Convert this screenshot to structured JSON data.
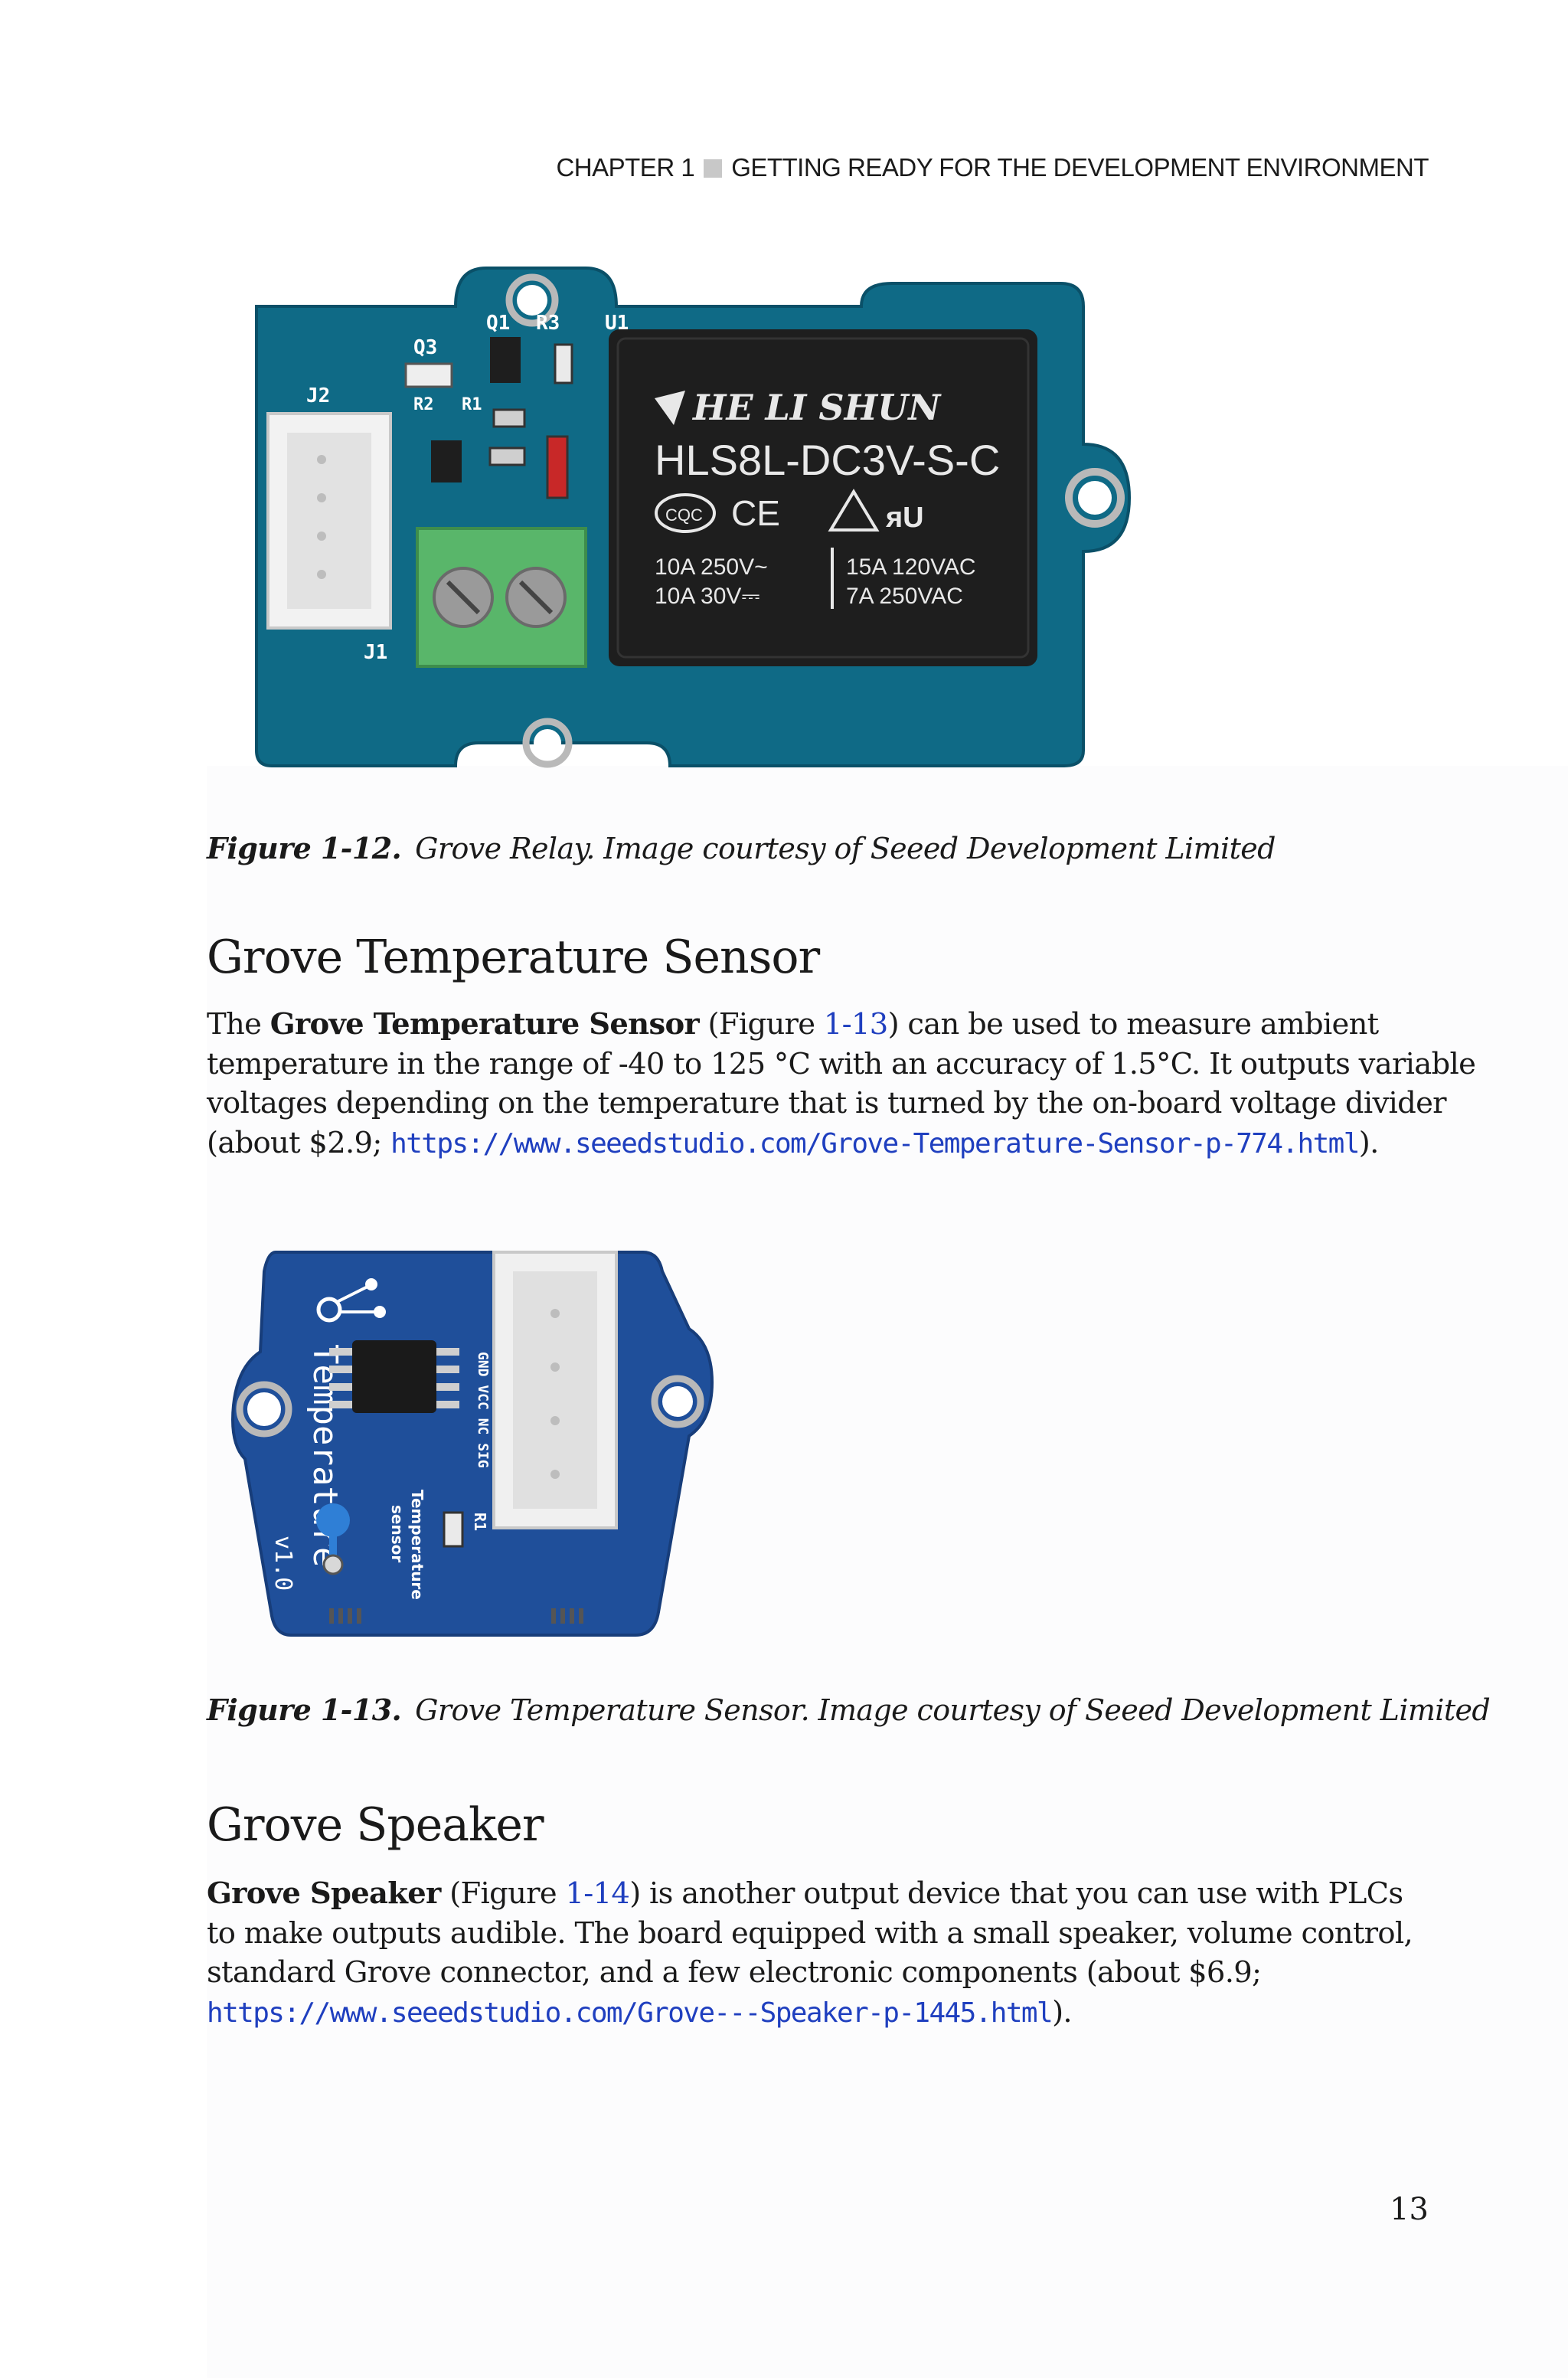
{
  "header": {
    "chapter": "CHAPTER 1",
    "title": "GETTING READY FOR THE DEVELOPMENT ENVIRONMENT"
  },
  "figure_12": {
    "relay_brand": "HE LI SHUN",
    "relay_model": "HLS8L-DC3V-S-C",
    "relay_rating_left_1": "10A 250V~",
    "relay_rating_left_2": "10A  30V⎓",
    "relay_rating_right_1": "15A 120VAC",
    "relay_rating_right_2": "7A 250VAC",
    "relay_cert_ce": "CE",
    "relay_cert_cqc": "CQC",
    "pcb_labels": {
      "q3": "Q3",
      "q1": "Q1",
      "r3": "R3",
      "u1": "U1",
      "j2": "J2",
      "r2": "R2",
      "r1": "R1",
      "j1": "J1"
    },
    "caption_label": "Figure 1-12.",
    "caption_text": "Grove Relay. Image courtesy of Seeed Development Limited"
  },
  "section_temp": {
    "heading": "Grove Temperature Sensor",
    "p_the": "The ",
    "p_bold": "Grove Temperature Sensor",
    "p_fig_pre": " (Figure ",
    "p_fig_ref": "1-13",
    "p_l1_rest": ") can be used to measure ambient",
    "p_l2": "temperature in the range of -40 to 125 °C with an accuracy of 1.5°C. It outputs variable",
    "p_l3": "voltages depending on the temperature that is turned by the on-board voltage divider",
    "p_l4_pre": "(about $2.9; ",
    "p_link": "https://www.seeedstudio.com/Grove-Temperature-Sensor-p-774.html",
    "p_l4_post": ")."
  },
  "figure_13": {
    "board_text": "Temperature",
    "board_version": "v1.0",
    "sensor_label_1": "Temperature",
    "sensor_label_2": "sensor",
    "r1": "R1",
    "pins": "GND VCC NC SIG",
    "caption_label": "Figure 1-13.",
    "caption_text": "Grove Temperature Sensor. Image courtesy of Seeed Development Limited"
  },
  "section_speaker": {
    "heading": "Grove Speaker",
    "p_bold": "Grove Speaker",
    "p_fig_pre": " (Figure ",
    "p_fig_ref": "1-14",
    "p_l1_rest": ") is another output device that you can use with PLCs",
    "p_l2": "to make outputs audible. The board equipped with a small speaker, volume control,",
    "p_l3": "standard Grove connector, and a few electronic components (about $6.9;",
    "p_link": "https://www.seeedstudio.com/Grove---Speaker-p-1445.html",
    "p_l4_post": ")."
  },
  "page_number": "13",
  "colors": {
    "pcb_teal": "#0f6a86",
    "pcb_blue": "#1f4f9a",
    "link": "#1f3fbf"
  }
}
